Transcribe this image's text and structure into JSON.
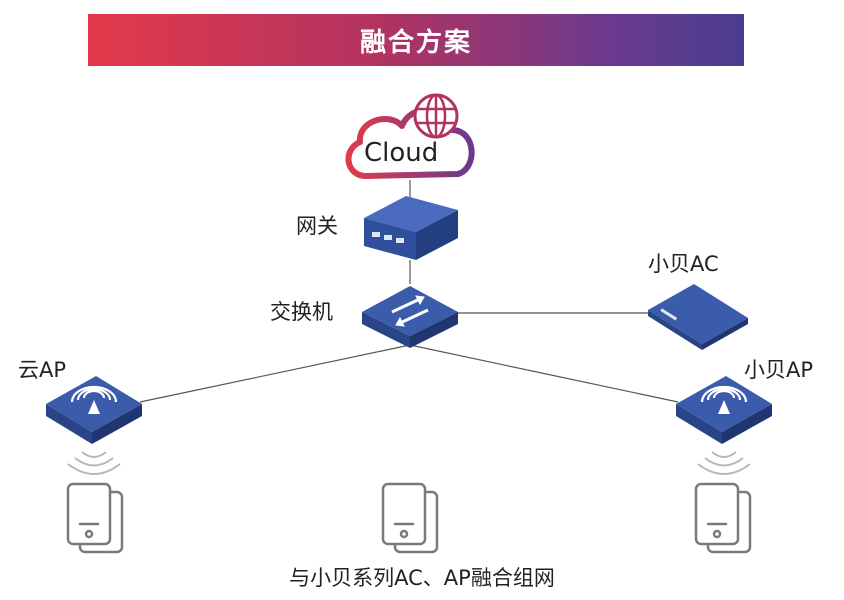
{
  "title": "融合方案",
  "cloud": {
    "label": "Cloud"
  },
  "nodes": {
    "gateway": "网关",
    "switch": "交换机",
    "small_ac": "小贝AC",
    "cloud_ap": "云AP",
    "small_ap": "小贝AP"
  },
  "caption": "与小贝系列AC、AP融合组网",
  "colors": {
    "device_top": "#3b5bab",
    "device_side": "#2a4488",
    "accent_red": "#e23a4a",
    "accent_purple": "#4a3d8e"
  },
  "icons": [
    "globe-icon",
    "cloud-icon",
    "gateway-icon",
    "switch-icon",
    "ac-icon",
    "ap-icon",
    "wifi-signal-icon",
    "phone-icon"
  ]
}
